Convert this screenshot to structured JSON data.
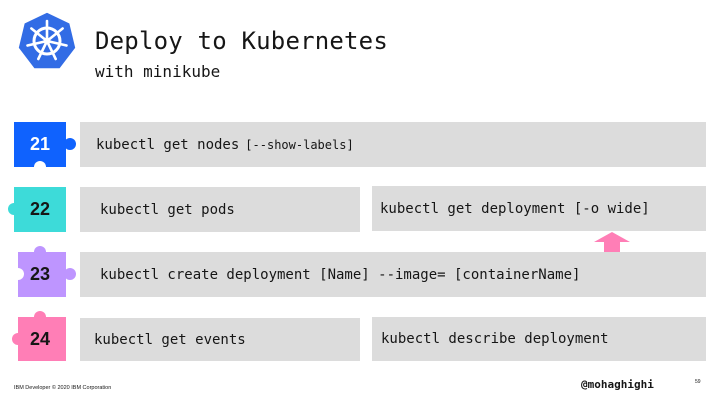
{
  "header": {
    "title": "Deploy to Kubernetes",
    "subtitle": "with minikube",
    "logo_icon": "kubernetes-helm-wheel-icon",
    "logo_color": "#326ce5"
  },
  "steps": [
    {
      "number": "21",
      "color": "#0f62fe",
      "commands": [
        {
          "text": "kubectl get nodes",
          "extra": "[--show-labels]"
        }
      ]
    },
    {
      "number": "22",
      "color": "#3ddbd9",
      "commands": [
        {
          "text": "kubectl get pods"
        },
        {
          "text": "kubectl get deployment [-o wide]"
        }
      ]
    },
    {
      "number": "23",
      "color": "#be95ff",
      "commands": [
        {
          "text": "kubectl create deployment [Name] --image= [containerName]"
        }
      ]
    },
    {
      "number": "24",
      "color": "#ff7eb6",
      "commands": [
        {
          "text": "kubectl get events"
        },
        {
          "text": "kubectl describe deployment"
        }
      ]
    }
  ],
  "arrow": {
    "icon": "arrow-up-icon",
    "color": "#ff7eb6"
  },
  "footer": {
    "copyright": "IBM Developer © 2020 IBM Corporation",
    "author": "@mohaghighi",
    "page_number": "59"
  }
}
